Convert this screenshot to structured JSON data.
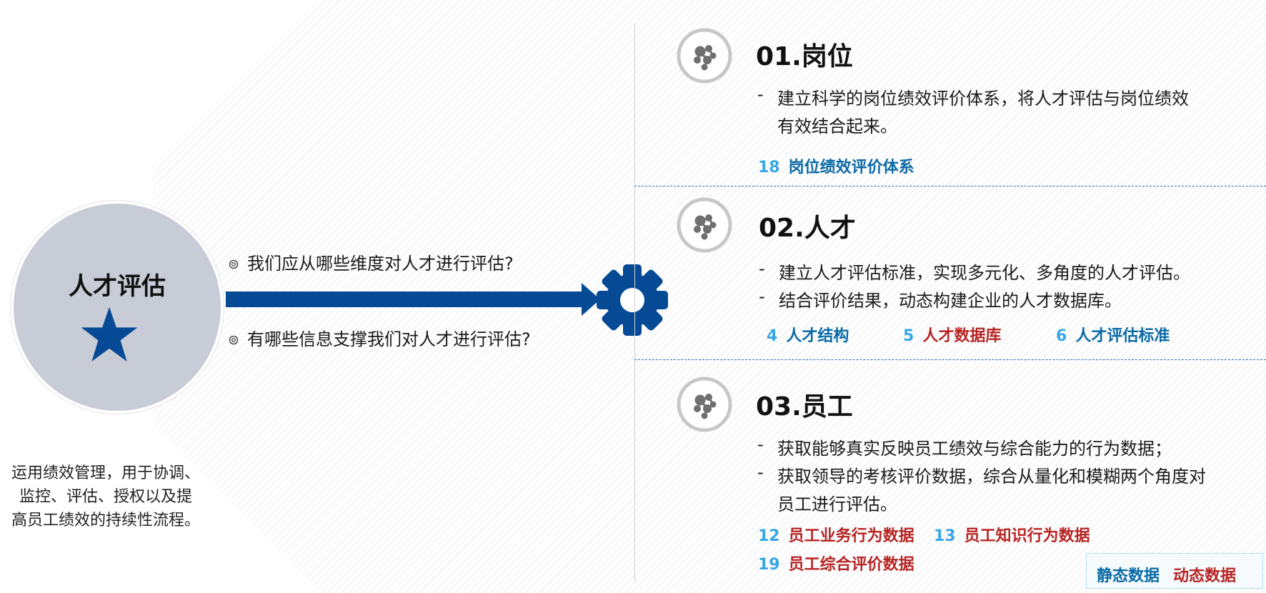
{
  "colors": {
    "navy": "#064a96",
    "static_blue": "#0a6aa6",
    "dynamic_red": "#b82424",
    "number_blue": "#38a6e4",
    "circle_gray": "#c8ccd6",
    "icon_gray": "#6f6f6f"
  },
  "left_panel": {
    "title": "人才评估",
    "icon": "star-icon",
    "description_lines": [
      "运用绩效管理，用于协调、",
      "监控、评估、授权以及提",
      "高员工绩效的持续性流程。"
    ]
  },
  "questions": [
    "我们应从哪些维度对人才进行评估?",
    "有哪些信息支撑我们对人才进行评估?"
  ],
  "sections": [
    {
      "title": "01.岗位",
      "lines": [
        "建立科学的岗位绩效评价体系，将人才评估与岗位绩效",
        "有效结合起来。"
      ],
      "tags": [
        {
          "num": "18",
          "label": "岗位绩效评价体系",
          "kind": "static"
        }
      ]
    },
    {
      "title": "02.人才",
      "lines": [
        "建立人才评估标准，实现多元化、多角度的人才评估。",
        "结合评价结果，动态构建企业的人才数据库。"
      ],
      "tags": [
        {
          "num": "4",
          "label": "人才结构",
          "kind": "static"
        },
        {
          "num": "5",
          "label": "人才数据库",
          "kind": "dynamic"
        },
        {
          "num": "6",
          "label": "人才评估标准",
          "kind": "static"
        }
      ]
    },
    {
      "title": "03.员工",
      "lines": [
        "获取能够真实反映员工绩效与综合能力的行为数据；",
        "获取领导的考核评价数据，综合从量化和模糊两个角度对",
        "员工进行评估。"
      ],
      "tags": [
        {
          "num": "12",
          "label": "员工业务行为数据",
          "kind": "dynamic"
        },
        {
          "num": "13",
          "label": "员工知识行为数据",
          "kind": "dynamic"
        },
        {
          "num": "19",
          "label": "员工综合评价数据",
          "kind": "dynamic"
        }
      ]
    }
  ],
  "legend": {
    "static": "静态数据",
    "dynamic": "动态数据"
  }
}
